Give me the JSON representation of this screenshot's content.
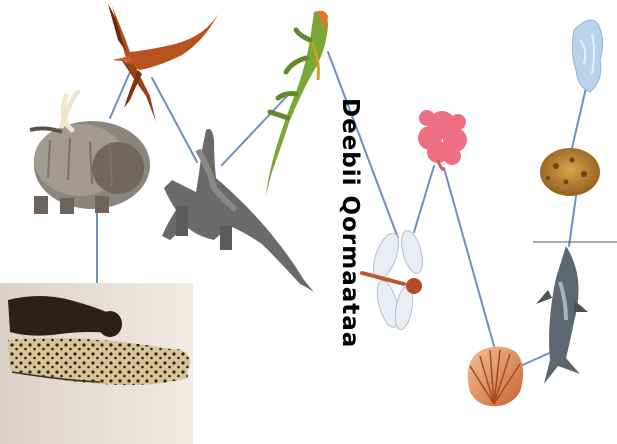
{
  "diagram": {
    "title": "Deebii Qormaataa",
    "line_color": "#6f8fc0",
    "nodes": [
      {
        "id": "pterosaur",
        "depicts": "pterosaur"
      },
      {
        "id": "mammoth",
        "depicts": "woolly mammoth"
      },
      {
        "id": "lizard",
        "depicts": "lizard"
      },
      {
        "id": "sauropod",
        "depicts": "long-necked dinosaur"
      },
      {
        "id": "humans",
        "depicts": "people with a cheetah"
      },
      {
        "id": "coral",
        "depicts": "pink coral"
      },
      {
        "id": "dragonfly",
        "depicts": "dragonfly"
      },
      {
        "id": "sponge",
        "depicts": "sea sponge"
      },
      {
        "id": "jellyfish",
        "depicts": "pale blue jellyfish"
      },
      {
        "id": "ichthyosaur",
        "depicts": "ichthyosaur"
      },
      {
        "id": "scallop",
        "depicts": "scallop shell"
      }
    ],
    "connections": [
      [
        "mammoth",
        "pterosaur"
      ],
      [
        "pterosaur",
        "sauropod"
      ],
      [
        "sauropod",
        "lizard"
      ],
      [
        "mammoth",
        "humans"
      ],
      [
        "lizard",
        "dragonfly"
      ],
      [
        "dragonfly",
        "coral"
      ],
      [
        "coral",
        "scallop"
      ],
      [
        "scallop",
        "ichthyosaur"
      ],
      [
        "ichthyosaur",
        "sponge"
      ],
      [
        "sponge",
        "jellyfish"
      ]
    ]
  }
}
